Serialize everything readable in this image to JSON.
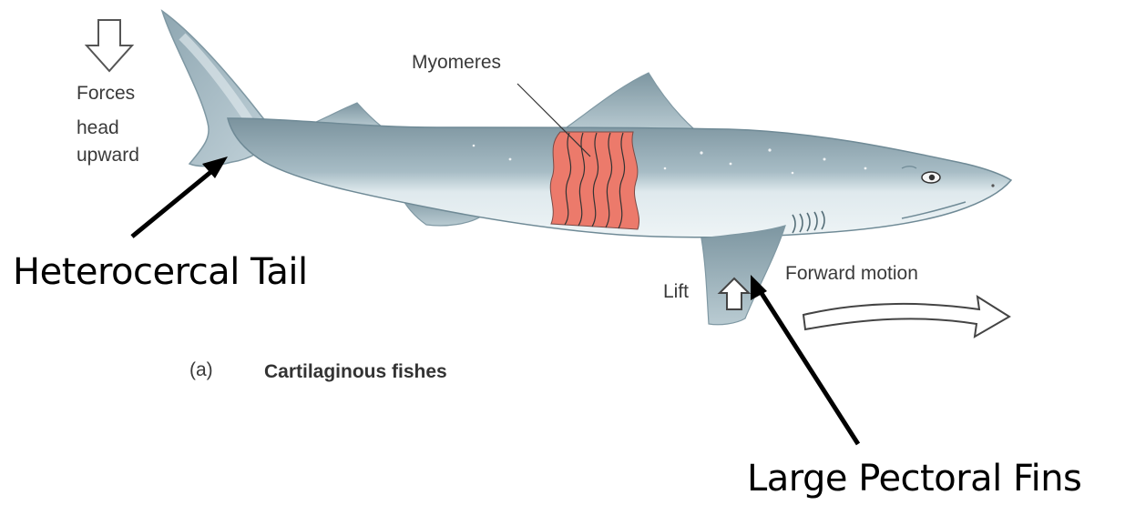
{
  "labels": {
    "forces_line1": "Forces",
    "forces_line2": "head",
    "forces_line3": "upward",
    "myomeres": "Myomeres",
    "heterocercal_tail": "Heterocercal Tail",
    "lift": "Lift",
    "forward_motion": "Forward motion",
    "caption_letter": "(a)",
    "caption": "Cartilaginous fishes",
    "large_pectoral_fins": "Large Pectoral Fins"
  },
  "colors": {
    "body_top": "#7f97a2",
    "body_belly": "#e4eef2",
    "fin": "#8fa7b2",
    "myomere": "#e8796a",
    "outline": "#6e8a96",
    "arrow": "#000000"
  }
}
